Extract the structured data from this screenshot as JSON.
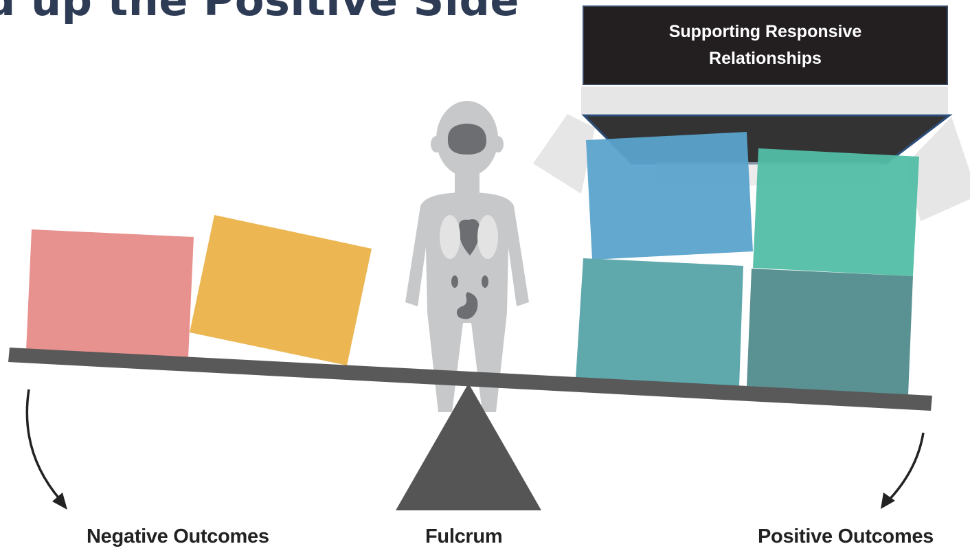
{
  "title": "d up the Positive Side",
  "callout": {
    "text": "Supporting Responsive Relationships"
  },
  "labels": {
    "negative": "Negative Outcomes",
    "fulcrum": "Fulcrum",
    "positive": "Positive Outcomes"
  },
  "colors": {
    "beam": "#595959",
    "fulcrum": "#555555",
    "child_silhouette": "#c7c8ca",
    "organs": "#6d6e71",
    "block_red": "#e8928f",
    "block_yellow": "#ecb752",
    "block_blue": "#5aa3cc",
    "block_green": "#52bea6",
    "block_teal": "#5fa8ac",
    "block_slate": "#5a9192",
    "callout_bg": "#231f20",
    "title": "#2e3b55"
  },
  "icons": [
    "brain-icon",
    "heart-icon",
    "kidney-icon",
    "stomach-icon",
    "arrow-icon"
  ]
}
